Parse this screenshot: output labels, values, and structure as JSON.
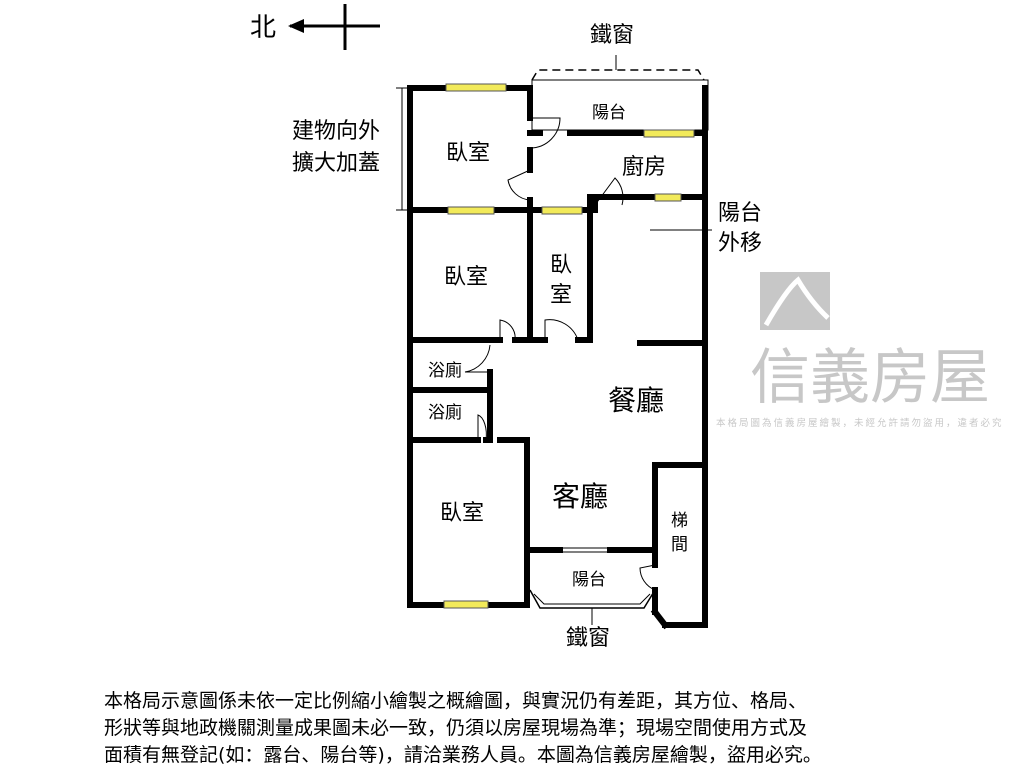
{
  "compass": {
    "north_label": "北"
  },
  "labels": {
    "iron_window_top": "鐵窗",
    "extension_line1": "建物向外",
    "extension_line2": "擴大加蓋",
    "balcony_top": "陽台",
    "bedroom_1": "臥室",
    "kitchen": "廚房",
    "balcony_moved_line1": "陽台",
    "balcony_moved_line2": "外移",
    "bedroom_2": "臥室",
    "bedroom_small_line1": "臥",
    "bedroom_small_line2": "室",
    "bathroom_1": "浴廁",
    "bathroom_2": "浴廁",
    "dining_room": "餐廳",
    "living_room": "客廳",
    "bedroom_3": "臥室",
    "stairwell_line1": "梯",
    "stairwell_line2": "間",
    "balcony_bottom": "陽台",
    "iron_window_bottom": "鐵窗"
  },
  "watermark": {
    "brand": "信義房屋",
    "notice": "本格局圖為信義房屋繪製，未經允許請勿盜用，違者必究"
  },
  "disclaimer": [
    "本格局示意圖係未依一定比例縮小繪製之概繪圖，與實況仍有差距，其方位、格局、",
    "形狀等與地政機關測量成果圖未必一致，仍須以房屋現場為準；現場空間使用方式及",
    "面積有無登記(如：露台、陽台等)，請洽業務人員。本圖為信義房屋繪製，盜用必究。"
  ],
  "colors": {
    "wall": "#000000",
    "window": "#f2ea5a",
    "watermark": "#9a9a9a"
  }
}
